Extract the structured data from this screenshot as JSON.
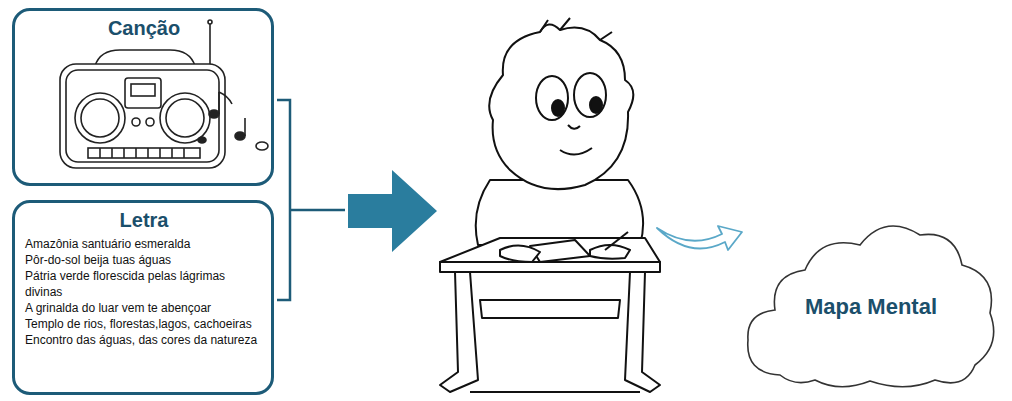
{
  "diagram": {
    "nodes": [
      {
        "text": [
          "Canção"
        ]
      },
      {
        "text": [
          "Letra",
          "Amazônia santuário esmeralda",
          "Pôr-do-sol beija tuas águas",
          "Pátria verde florescida pelas lágrimas divinas",
          "A grinalda do luar vem te abençoar",
          "Templo de rios, florestas,lagos, cachoeiras",
          "Encontro das águas, das cores da natureza"
        ]
      },
      {
        "text": [
          "Mapa Mental"
        ]
      }
    ]
  }
}
